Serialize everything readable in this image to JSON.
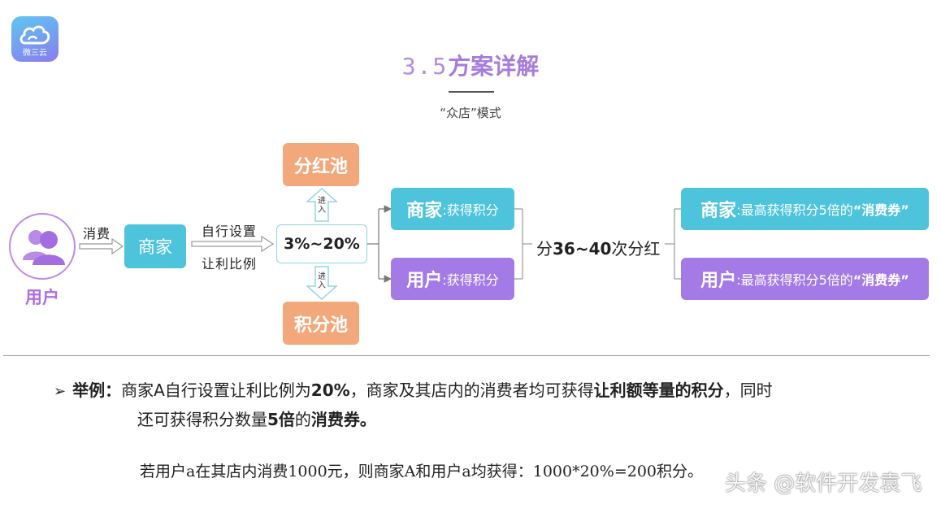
{
  "logo": {
    "text": "微三云"
  },
  "title": {
    "number": "3.5",
    "text": "方案详解"
  },
  "subtitle": "“众店”模式",
  "diagram": {
    "user_label": "用户",
    "arrow1_label": "消费",
    "merchant": "商家",
    "arrow2_label_top": "自行设置",
    "arrow2_label_bottom": "让利比例",
    "ratio": "3%~20%",
    "up_arrow_label": "进入",
    "down_arrow_label": "进入",
    "pool_top": "分红池",
    "pool_bottom": "积分池",
    "mid_merchant_bold": "商家",
    "mid_merchant_rest": ":获得积分",
    "mid_user_bold": "用户",
    "mid_user_rest": ":获得积分",
    "split_pre": "分",
    "split_bold": "36~40",
    "split_post": "次分红",
    "right_merchant_bold": "商家",
    "right_merchant_rest": ":最高获得积分5倍的",
    "right_merchant_em": "“消费券”",
    "right_user_bold": "用户",
    "right_user_rest": ":最高获得积分5倍的",
    "right_user_em": "“消费券”"
  },
  "example": {
    "bullet": "➢",
    "label": "举例：",
    "p1": "商家A自行设置让利比例为",
    "b1": "20%",
    "p2": "，商家及其店内的消费者均可获得",
    "b2": "让利额等量的积分",
    "p3": "，同时",
    "l2_p1": "还可获得积分数量",
    "l2_b1": "5倍",
    "l2_p2": "的",
    "l2_b2": "消费券。",
    "calc": "若用户a在其店内消费1000元，则商家A和用户a均获得：1000*20%=200积分。"
  },
  "watermark": "头条 @软件开发袁飞"
}
